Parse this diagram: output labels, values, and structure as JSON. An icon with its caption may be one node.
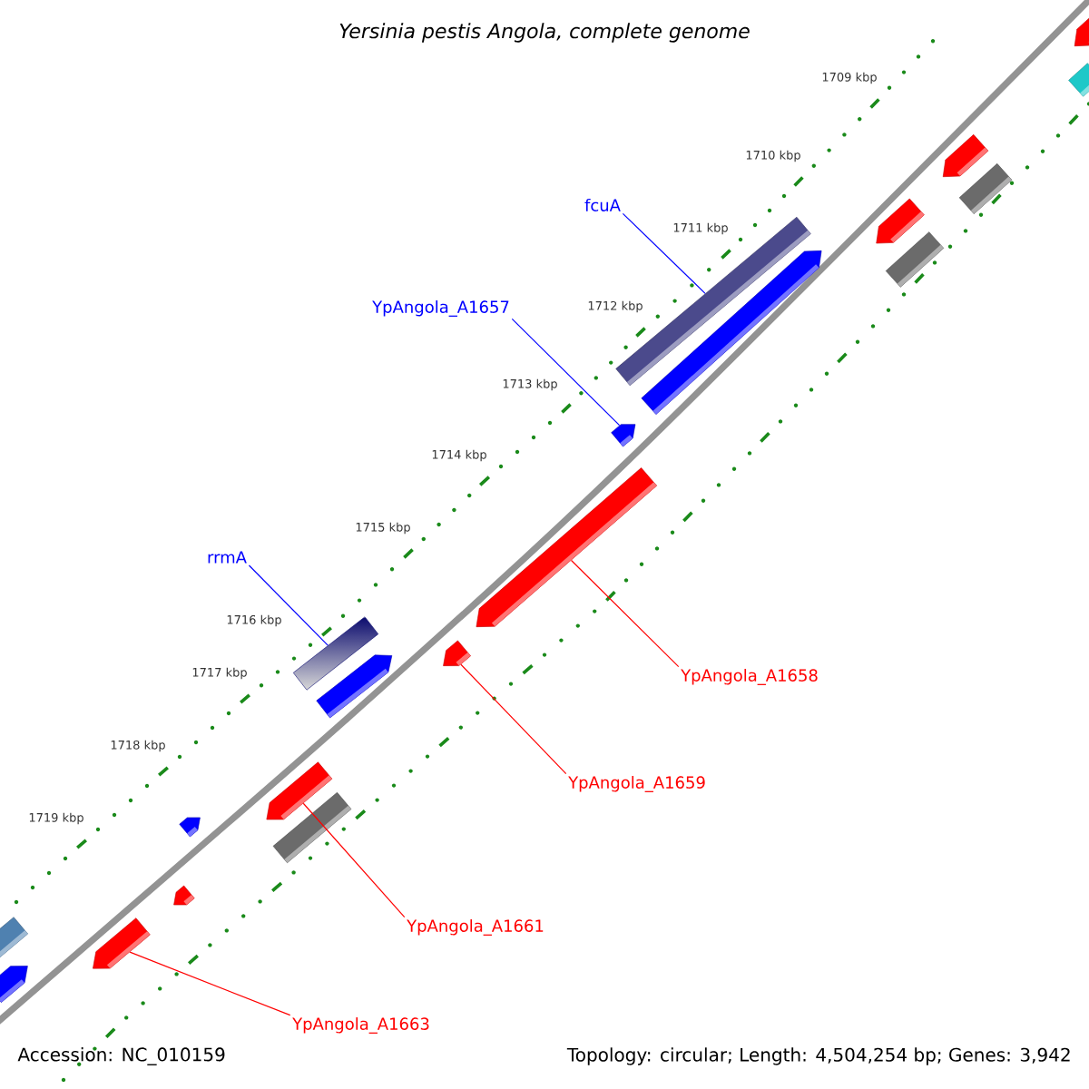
{
  "diagram": {
    "title": "Yersinia pestis Angola, complete genome",
    "nodes": [
      {
        "text": [
          "fcuA"
        ]
      },
      {
        "text": [],
        "shape": "bar"
      },
      {
        "text": [
          "YpAngola_A1657"
        ]
      },
      {
        "text": [],
        "shape": "bar"
      },
      {
        "text": [
          "rrmA"
        ]
      },
      {
        "text": [],
        "shape": "bar"
      },
      {
        "text": [
          "YpAngola_A1658"
        ]
      },
      {
        "text": [],
        "shape": "bar"
      },
      {
        "text": [
          "YpAngola_A1659"
        ]
      },
      {
        "text": [],
        "shape": "bar"
      },
      {
        "text": [
          "YpAngola_A1661"
        ]
      },
      {
        "text": [],
        "shape": "bar"
      },
      {
        "text": [
          "YpAngola_A1663"
        ]
      },
      {
        "text": [],
        "shape": "bar"
      }
    ],
    "edges": [
      {
        "from": 0,
        "to": 1,
        "arrow": "none",
        "color": "#0000ff"
      },
      {
        "from": 2,
        "to": 3,
        "arrow": "none",
        "color": "#0000ff"
      },
      {
        "from": 4,
        "to": 5,
        "arrow": "none",
        "color": "#0000ff"
      },
      {
        "from": 6,
        "to": 7,
        "arrow": "none"
      },
      {
        "from": 8,
        "to": 9,
        "arrow": "none"
      },
      {
        "from": 10,
        "to": 11,
        "arrow": "none"
      },
      {
        "from": 12,
        "to": 13,
        "arrow": "none"
      }
    ],
    "labels": [
      "1709 kbp",
      "1710 kbp",
      "1711 kbp",
      "1712 kbp",
      "1713 kbp",
      "1714 kbp",
      "1715 kbp",
      "1716 kbp",
      "1717 kbp",
      "1718 kbp",
      "1719 kbp",
      "Accession: NC_010159",
      "Topology: circular; Length: 4,504,254 bp; Genes: 3,942"
    ]
  }
}
